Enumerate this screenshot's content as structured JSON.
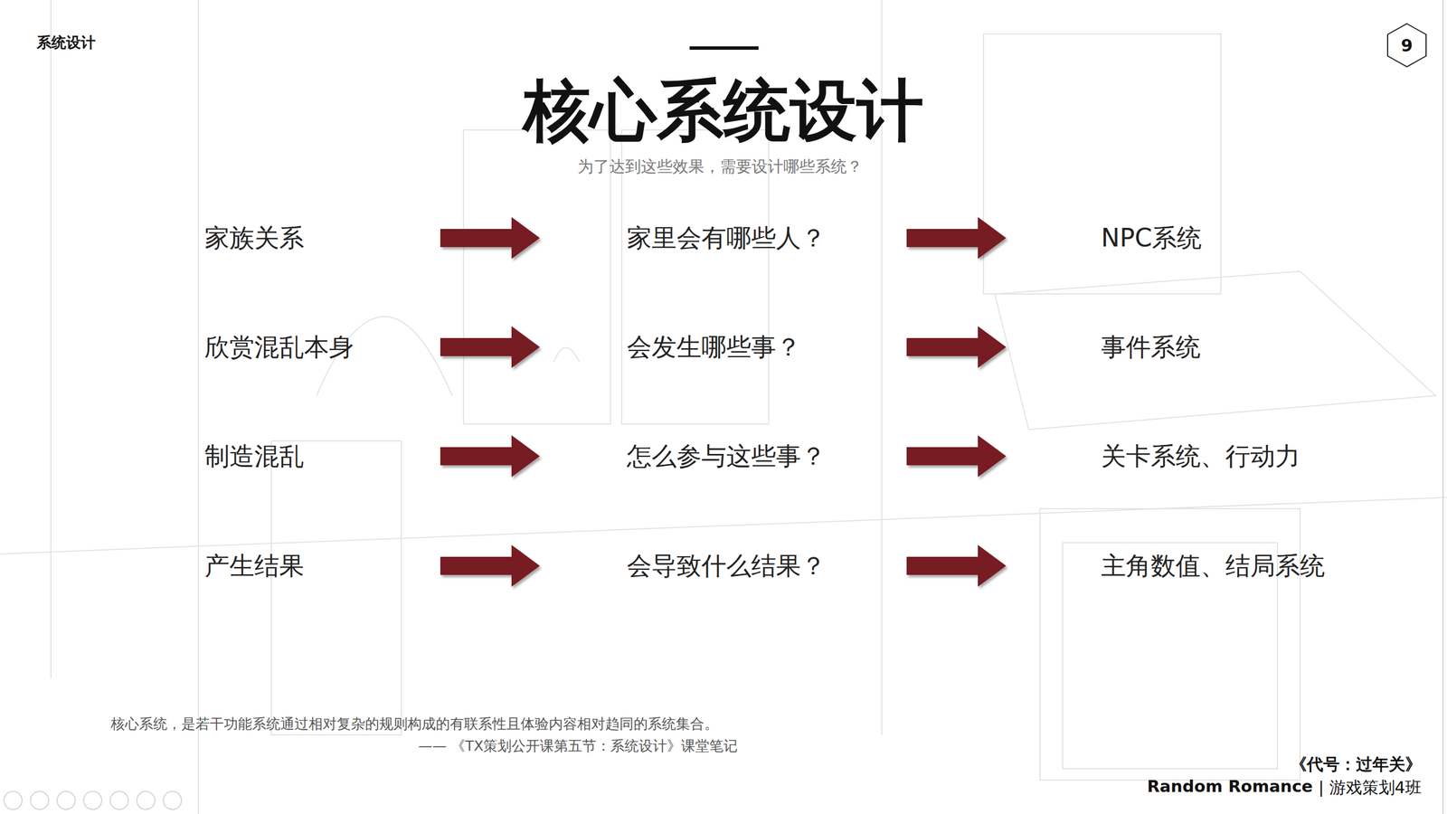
{
  "diagram": {
    "title": "核心系统设计",
    "caption": "为了达到这些效果，需要设计哪些系统？",
    "nodes": [
      {
        "text": [
          "9"
        ]
      },
      {
        "text": [
          "家族关系"
        ]
      },
      {
        "text": [
          "家里会有哪些人？"
        ]
      },
      {
        "text": [
          "NPC系统"
        ]
      },
      {
        "text": [
          "欣赏混乱本身"
        ]
      },
      {
        "text": [
          "会发生哪些事？"
        ]
      },
      {
        "text": [
          "事件系统"
        ]
      },
      {
        "text": [
          "制造混乱"
        ]
      },
      {
        "text": [
          "怎么参与这些事？"
        ]
      },
      {
        "text": [
          "关卡系统、行动力"
        ]
      },
      {
        "text": [
          "产生结果"
        ]
      },
      {
        "text": [
          "会导致什么结果？"
        ]
      },
      {
        "text": [
          "主角数值、结局系统"
        ]
      }
    ],
    "edges": [
      {
        "from": 1,
        "to": 2,
        "arrow": "to"
      },
      {
        "from": 2,
        "to": 3,
        "arrow": "to"
      },
      {
        "from": 4,
        "to": 5,
        "arrow": "to"
      },
      {
        "from": 5,
        "to": 6,
        "arrow": "to"
      },
      {
        "from": 7,
        "to": 8,
        "arrow": "to"
      },
      {
        "from": 8,
        "to": 9,
        "arrow": "to"
      },
      {
        "from": 10,
        "to": 11,
        "arrow": "to"
      },
      {
        "from": 11,
        "to": 12,
        "arrow": "to"
      }
    ],
    "labels": [
      "系统设计",
      "核心系统，是若干功能系统通过相对复杂的规则构成的有联系性且体验内容相对趋同的系统集合。",
      "—— 《TX策划公开课第五节：系统设计》课堂笔记",
      "《代号：过年关》",
      "Random Romance",
      "| 游戏策划4班"
    ]
  }
}
